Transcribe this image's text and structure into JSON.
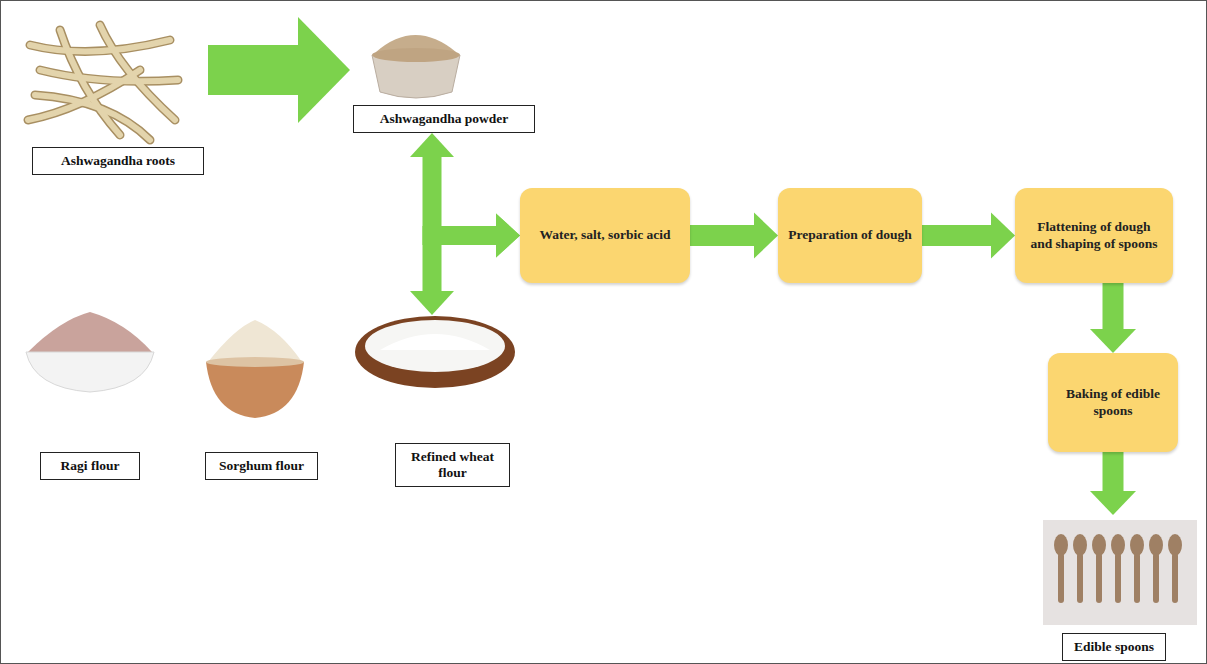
{
  "diagram": {
    "nodes": [
      {
        "text": [
          "Ashwagandha roots"
        ]
      },
      {
        "text": [
          "Ashwagandha powder"
        ]
      },
      {
        "text": [
          "Water, salt, sorbic acid"
        ]
      },
      {
        "text": [
          "Preparation of dough"
        ]
      },
      {
        "text": [
          "Flattening of dough and shaping of spoons"
        ]
      },
      {
        "text": [
          "Baking of edible spoons"
        ]
      },
      {
        "text": [
          "Edible spoons"
        ]
      },
      {
        "text": [
          "Ragi flour"
        ]
      },
      {
        "text": [
          "Sorghum flour"
        ]
      },
      {
        "text": [
          "Refined wheat flour"
        ]
      }
    ],
    "edges": [
      {
        "from": 0,
        "to": 1,
        "arrow": "to"
      },
      {
        "from": 1,
        "to": 2,
        "arrow": "both"
      },
      {
        "from": 9,
        "to": 2,
        "arrow": "both"
      },
      {
        "from": 2,
        "to": 3,
        "arrow": "to"
      },
      {
        "from": 3,
        "to": 4,
        "arrow": "to"
      },
      {
        "from": 4,
        "to": 5,
        "arrow": "to"
      },
      {
        "from": 5,
        "to": 6,
        "arrow": "to"
      }
    ]
  }
}
